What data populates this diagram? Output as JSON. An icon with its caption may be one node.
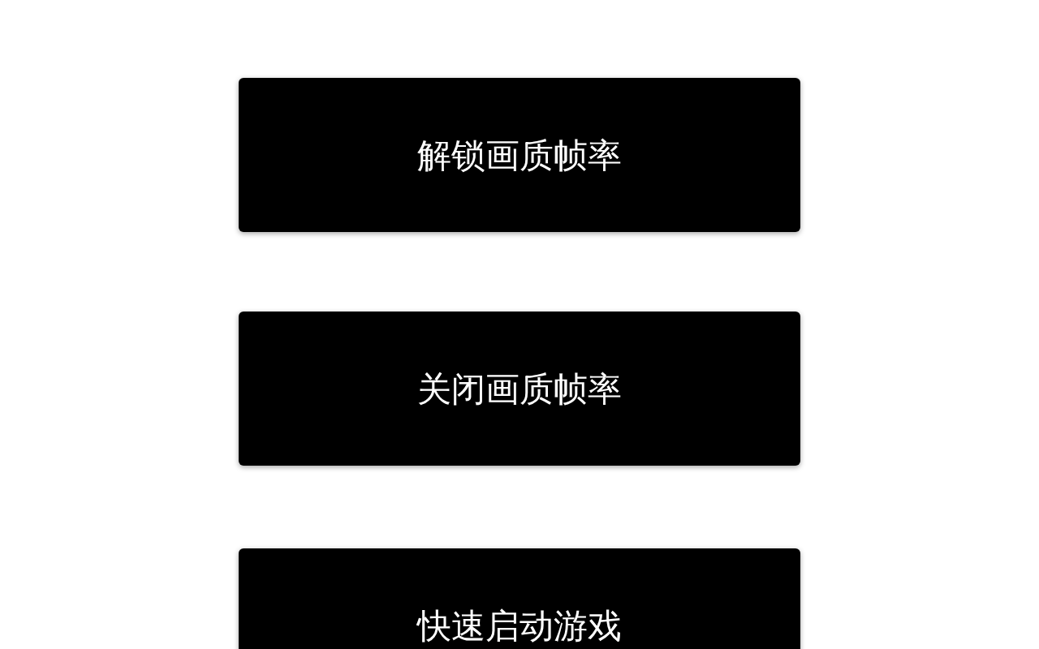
{
  "diagram": {
    "nodes": [
      {
        "text": [
          "解锁画质帧率"
        ]
      },
      {
        "text": [
          "关闭画质帧率"
        ]
      },
      {
        "text": [
          "快速启动游戏"
        ]
      }
    ]
  }
}
